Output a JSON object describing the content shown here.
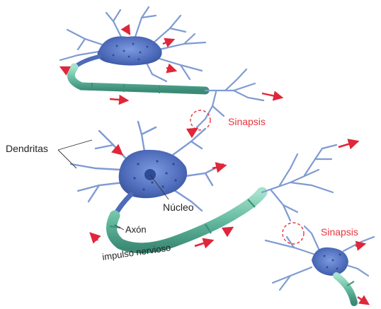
{
  "labels": {
    "dendritas": "Dendritas",
    "sinapsis_top": "Sinapsis",
    "sinapsis_bottom": "Sinapsis",
    "nucleo": "Núcleo",
    "axon": "Axón",
    "impulso": "impulso nervioso"
  },
  "colors": {
    "label_black": "#222222",
    "label_red": "#e8343f",
    "arrow_red": "#e0263a",
    "neuron_blue": "#5a78c0",
    "neuron_dark": "#3d5aa8",
    "dendrite_blue": "#7f9bd3",
    "myelin_green": "#6fc2a8",
    "myelin_dark": "#3f8f7c"
  }
}
